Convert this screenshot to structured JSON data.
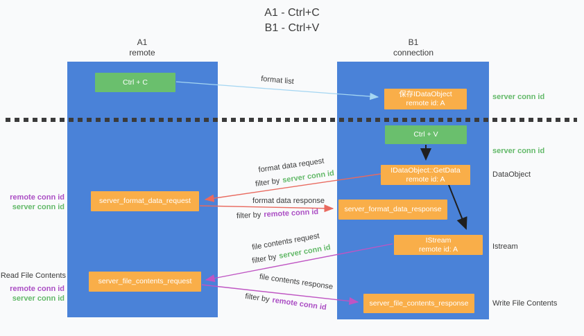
{
  "title": {
    "line1": "A1 - Ctrl+C",
    "line2": "B1 - Ctrl+V"
  },
  "columns": {
    "a1": {
      "id": "A1",
      "label": "remote"
    },
    "b1": {
      "id": "B1",
      "label": "connection"
    }
  },
  "nodes": {
    "ctrl_c": "Ctrl + C",
    "save_idataobject": [
      "保存IDataObject",
      "remote id: A"
    ],
    "ctrl_v": "Ctrl + V",
    "getdata": [
      "IDataObject::GetData",
      "remote id: A"
    ],
    "server_format_data_request": "server_format_data_request",
    "server_format_data_response": "server_format_data_response",
    "istream": [
      "IStream",
      "remote id: A"
    ],
    "server_file_contents_request": "server_file_contents_request",
    "server_file_contents_response": "server_file_contents_response"
  },
  "edges": {
    "format_list": "format list",
    "format_data_request": "format data request",
    "format_data_response": "format data response",
    "file_contents_request": "file contents request",
    "file_contents_response": "file contents response",
    "filter_by_prefix": "filter by",
    "server_conn_id": "server conn id",
    "remote_conn_id": "remote conn id"
  },
  "side_labels": {
    "right_server_conn_id_top": "server conn id",
    "right_server_conn_id_mid": "server conn id",
    "dataobject": "DataObject",
    "istream": "Istream",
    "write_file_contents": "Write File Contents",
    "left_remote_conn_id_top": "remote conn id",
    "left_server_conn_id_top": "server conn id",
    "read_file_contents": "Read File Contents",
    "left_remote_conn_id_bottom": "remote conn id",
    "left_server_conn_id_bottom": "server conn id"
  },
  "colors": {
    "lane_blue": "#4a82d8",
    "box_green": "#6abf6d",
    "box_orange": "#f9ae49",
    "arrow_blue": "#a5d6f2",
    "arrow_red": "#e96a5f",
    "arrow_magenta": "#bf55c3",
    "arrow_black": "#1f1f1f",
    "text_green": "#63b969",
    "text_purple": "#ab4ec4",
    "text_dark": "#3a3a3a"
  }
}
